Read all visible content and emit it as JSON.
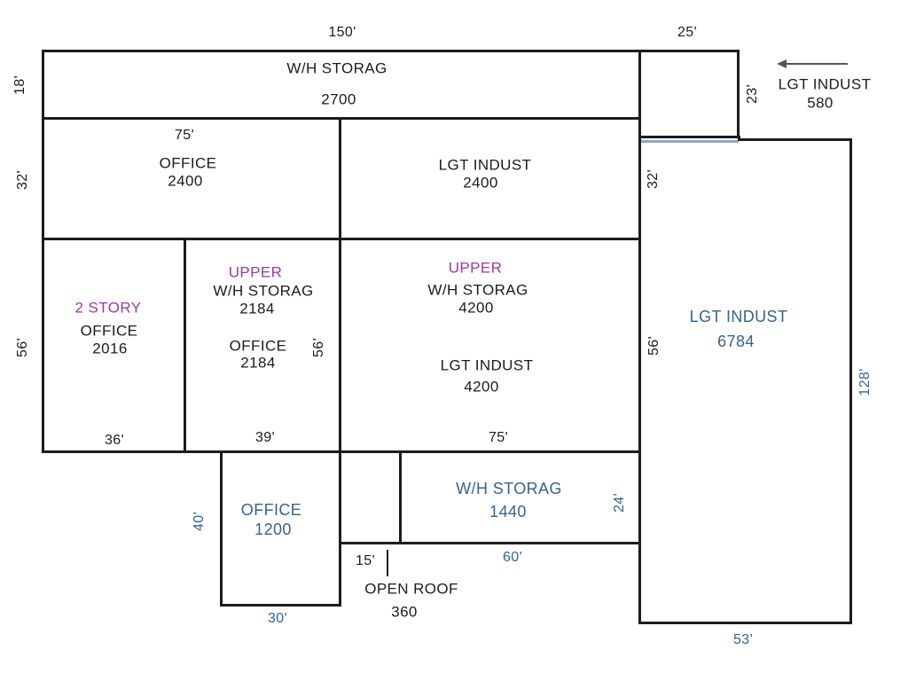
{
  "rooms": {
    "wh_storag_2700": {
      "name": "W/H STORAG",
      "area": "2700"
    },
    "office_2400": {
      "name": "OFFICE",
      "area": "2400"
    },
    "lgt_indust_2400": {
      "name": "LGT INDUST",
      "area": "2400"
    },
    "lgt_indust_580": {
      "name": "LGT INDUST",
      "area": "580"
    },
    "two_story_office": {
      "floor": "2 STORY",
      "name": "OFFICE",
      "area": "2016"
    },
    "upper_wh_2184": {
      "floor": "UPPER",
      "name": "W/H STORAG",
      "area": "2184"
    },
    "office_2184": {
      "name": "OFFICE",
      "area": "2184"
    },
    "upper_wh_4200": {
      "floor": "UPPER",
      "name": "W/H STORAG",
      "area": "4200"
    },
    "lgt_indust_4200": {
      "name": "LGT INDUST",
      "area": "4200"
    },
    "lgt_indust_6784": {
      "name": "LGT INDUST",
      "area": "6784"
    },
    "office_1200": {
      "name": "OFFICE",
      "area": "1200"
    },
    "wh_storag_1440": {
      "name": "W/H STORAG",
      "area": "1440"
    },
    "open_roof_360": {
      "name": "OPEN ROOF",
      "area": "360"
    }
  },
  "dims": {
    "t150": "150'",
    "t25": "25'",
    "l18": "18'",
    "r23": "23'",
    "l32": "32'",
    "r32": "32'",
    "t75": "75'",
    "l56": "56'",
    "m56": "56'",
    "r56": "56'",
    "b36": "36'",
    "b39": "39'",
    "b75": "75'",
    "l40": "40'",
    "b30": "30'",
    "w15": "15'",
    "r24": "24'",
    "b60": "60'",
    "r128": "128'",
    "b53": "53'"
  },
  "colors": {
    "wall": "#1c1c1c",
    "adjoining_wall": "#8ea6c4",
    "blue_text": "#346392",
    "purple_text": "#9c3a9c"
  }
}
